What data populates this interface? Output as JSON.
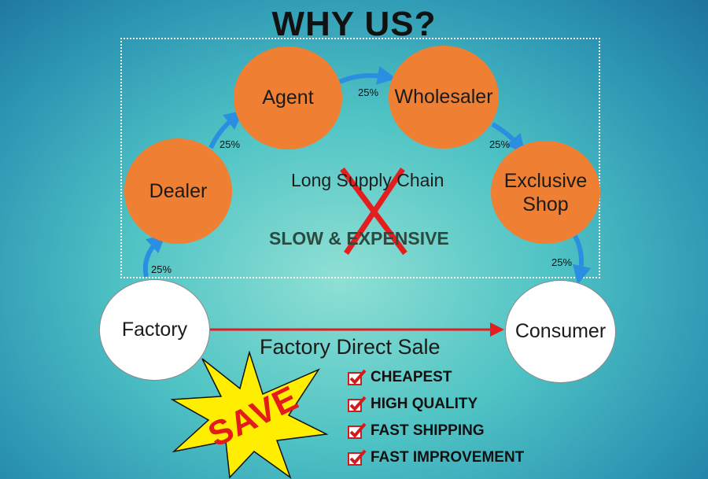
{
  "title": "WHY US?",
  "nodes": {
    "dealer": "Dealer",
    "agent": "Agent",
    "wholesaler": "Wholesaler",
    "exclusive_shop_line1": "Exclusive",
    "exclusive_shop_line2": "Shop",
    "factory": "Factory",
    "consumer": "Consumer"
  },
  "percentages": {
    "factory_to_dealer": "25%",
    "dealer_to_agent": "25%",
    "agent_to_wholesaler": "25%",
    "wholesaler_to_shop": "25%",
    "shop_to_consumer": "25%"
  },
  "chain_label": "Long Supply Chain",
  "chain_verdict": "SLOW & EXPENSIVE",
  "direct_label": "Factory Direct Sale",
  "benefits": [
    "CHEAPEST",
    "HIGH QUALITY",
    "FAST SHIPPING",
    "FAST IMPROVEMENT"
  ],
  "badge": "SAVE",
  "colors": {
    "orange_node": "#ef7f33",
    "arrow_blue": "#2a8fe0",
    "direct_arrow": "#e41e1e",
    "cross": "#e41e1e",
    "star": "#ffee00",
    "save_text": "#e31b1b"
  }
}
